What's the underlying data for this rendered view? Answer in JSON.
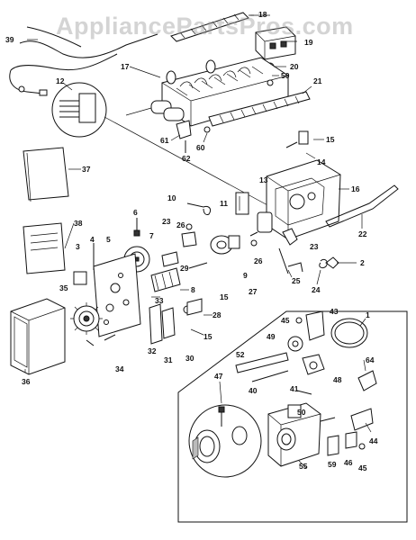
{
  "watermark": "AppliancePartsPros.com",
  "colors": {
    "line": "#111111",
    "watermark": "#a0a0a0",
    "background": "#ffffff"
  },
  "callouts": [
    {
      "id": "c18",
      "text": "18"
    },
    {
      "id": "c39",
      "text": "39"
    },
    {
      "id": "c19",
      "text": "19"
    },
    {
      "id": "c17",
      "text": "17"
    },
    {
      "id": "c20",
      "text": "20"
    },
    {
      "id": "c50a",
      "text": "50"
    },
    {
      "id": "c21",
      "text": "21"
    },
    {
      "id": "c12",
      "text": "12"
    },
    {
      "id": "c61",
      "text": "61"
    },
    {
      "id": "c60",
      "text": "60"
    },
    {
      "id": "c62",
      "text": "62"
    },
    {
      "id": "c15a",
      "text": "15"
    },
    {
      "id": "c14",
      "text": "14"
    },
    {
      "id": "c37",
      "text": "37"
    },
    {
      "id": "c16",
      "text": "16"
    },
    {
      "id": "c10",
      "text": "10"
    },
    {
      "id": "c11",
      "text": "11"
    },
    {
      "id": "c13",
      "text": "13"
    },
    {
      "id": "c6",
      "text": "6"
    },
    {
      "id": "c23a",
      "text": "23"
    },
    {
      "id": "c26a",
      "text": "26"
    },
    {
      "id": "c38",
      "text": "38"
    },
    {
      "id": "c7",
      "text": "7"
    },
    {
      "id": "c22",
      "text": "22"
    },
    {
      "id": "c3",
      "text": "3"
    },
    {
      "id": "c4",
      "text": "4"
    },
    {
      "id": "c5",
      "text": "5"
    },
    {
      "id": "c23b",
      "text": "23"
    },
    {
      "id": "c26b",
      "text": "26"
    },
    {
      "id": "c2",
      "text": "2"
    },
    {
      "id": "c9",
      "text": "9"
    },
    {
      "id": "c35",
      "text": "35"
    },
    {
      "id": "c15b",
      "text": "15"
    },
    {
      "id": "c27",
      "text": "27"
    },
    {
      "id": "c25",
      "text": "25"
    },
    {
      "id": "c24",
      "text": "24"
    },
    {
      "id": "c33",
      "text": "33"
    },
    {
      "id": "c8",
      "text": "8"
    },
    {
      "id": "c28",
      "text": "28"
    },
    {
      "id": "c1",
      "text": "1"
    },
    {
      "id": "c43",
      "text": "43"
    },
    {
      "id": "c45",
      "text": "45"
    },
    {
      "id": "c49",
      "text": "49"
    },
    {
      "id": "c29",
      "text": "29"
    },
    {
      "id": "c32",
      "text": "32"
    },
    {
      "id": "c31",
      "text": "31"
    },
    {
      "id": "c30",
      "text": "30"
    },
    {
      "id": "c15c",
      "text": "15"
    },
    {
      "id": "c34",
      "text": "34"
    },
    {
      "id": "c52",
      "text": "52"
    },
    {
      "id": "c48",
      "text": "48"
    },
    {
      "id": "c64",
      "text": "64"
    },
    {
      "id": "c40",
      "text": "40"
    },
    {
      "id": "c36",
      "text": "36"
    },
    {
      "id": "c47",
      "text": "47"
    },
    {
      "id": "c41",
      "text": "41"
    },
    {
      "id": "c50b",
      "text": "50"
    },
    {
      "id": "c44",
      "text": "44"
    },
    {
      "id": "c55",
      "text": "55"
    },
    {
      "id": "c59",
      "text": "59"
    },
    {
      "id": "c46",
      "text": "46"
    },
    {
      "id": "c45b",
      "text": "45"
    }
  ]
}
